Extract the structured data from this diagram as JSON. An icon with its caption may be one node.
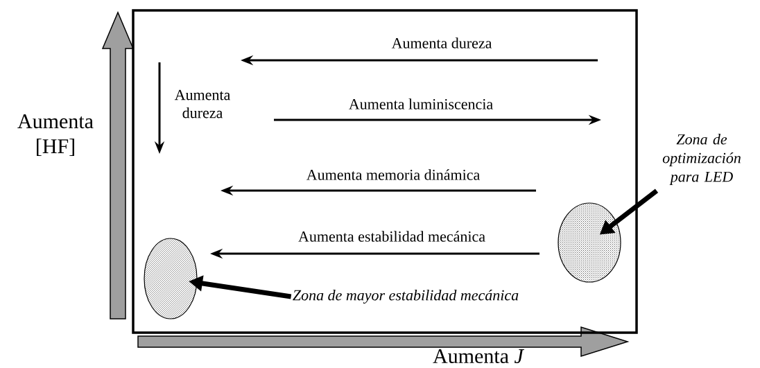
{
  "diagram": {
    "nodes": [
      {
        "text": [],
        "shape": "box"
      },
      {
        "text": [],
        "shape": "circle",
        "in": 0
      },
      {
        "text": [],
        "shape": "circle",
        "in": 0
      },
      {
        "text": [
          "Zona de mayor estabilidad mecánica"
        ],
        "in": 0
      },
      {
        "text": [
          "Zona de optimización para LED"
        ]
      }
    ],
    "edges": [
      {
        "from": 3,
        "to": 1,
        "arrow": "to"
      },
      {
        "from": 4,
        "to": 2,
        "arrow": "to"
      }
    ],
    "labels": [
      "Aumenta dureza",
      "Aumenta dureza",
      "Aumenta luminiscencia",
      "Aumenta [HF]",
      "Aumenta memoria dinámica",
      "Aumenta estabilidad mecánica",
      "Aumenta *J*"
    ]
  }
}
